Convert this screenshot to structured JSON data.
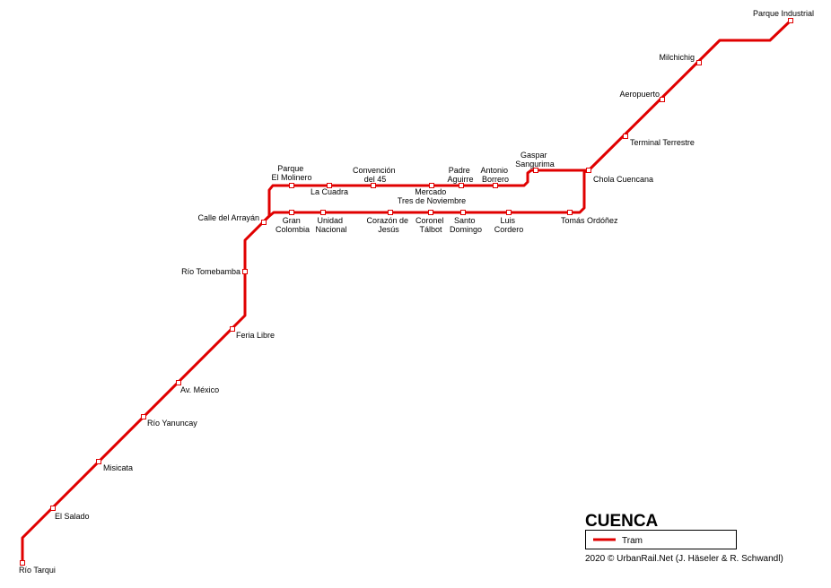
{
  "map": {
    "title": "CUENCA",
    "legend": {
      "label": "Tram",
      "color": "#e00000"
    },
    "credit": "2020 © UrbanRail.Net (J. Häseler & R. Schwandl)"
  },
  "stations": {
    "rio_tarqui": "Río Tarqui",
    "el_salado": "El Salado",
    "misicata": "Misicata",
    "rio_yanuncay": "Río Yanuncay",
    "av_mexico": "Av. México",
    "feria_libre": "Feria Libre",
    "rio_tomebamba": "Río Tomebamba",
    "calle_del_arrayan": "Calle del Arrayán",
    "parque_el_molinero": [
      "Parque",
      "El Molinero"
    ],
    "la_cuadra": "La Cuadra",
    "convencion_del_45": [
      "Convención",
      "del 45"
    ],
    "mercado_tres_de_noviembre": [
      "Mercado",
      "Tres de Noviembre"
    ],
    "padre_aguirre": [
      "Padre",
      "Aguirre"
    ],
    "antonio_borrero": [
      "Antonio",
      "Borrero"
    ],
    "gaspar_sangurima": [
      "Gaspar",
      "Sangurima"
    ],
    "gran_colombia": [
      "Gran",
      "Colombia"
    ],
    "unidad_nacional": [
      "Unidad",
      "Nacional"
    ],
    "corazon_de_jesus": [
      "Corazón de",
      "Jesús"
    ],
    "coronel_talbot": [
      "Coronel",
      "Tálbot"
    ],
    "santo_domingo": [
      "Santo",
      "Domingo"
    ],
    "luis_cordero": [
      "Luis",
      "Cordero"
    ],
    "tomas_ordonez": "Tomás Ordóñez",
    "chola_cuencana": "Chola Cuencana",
    "terminal_terrestre": "Terminal Terrestre",
    "aeropuerto": "Aeropuerto",
    "milchichig": "Milchichig",
    "parque_industrial": "Parque Industrial"
  }
}
